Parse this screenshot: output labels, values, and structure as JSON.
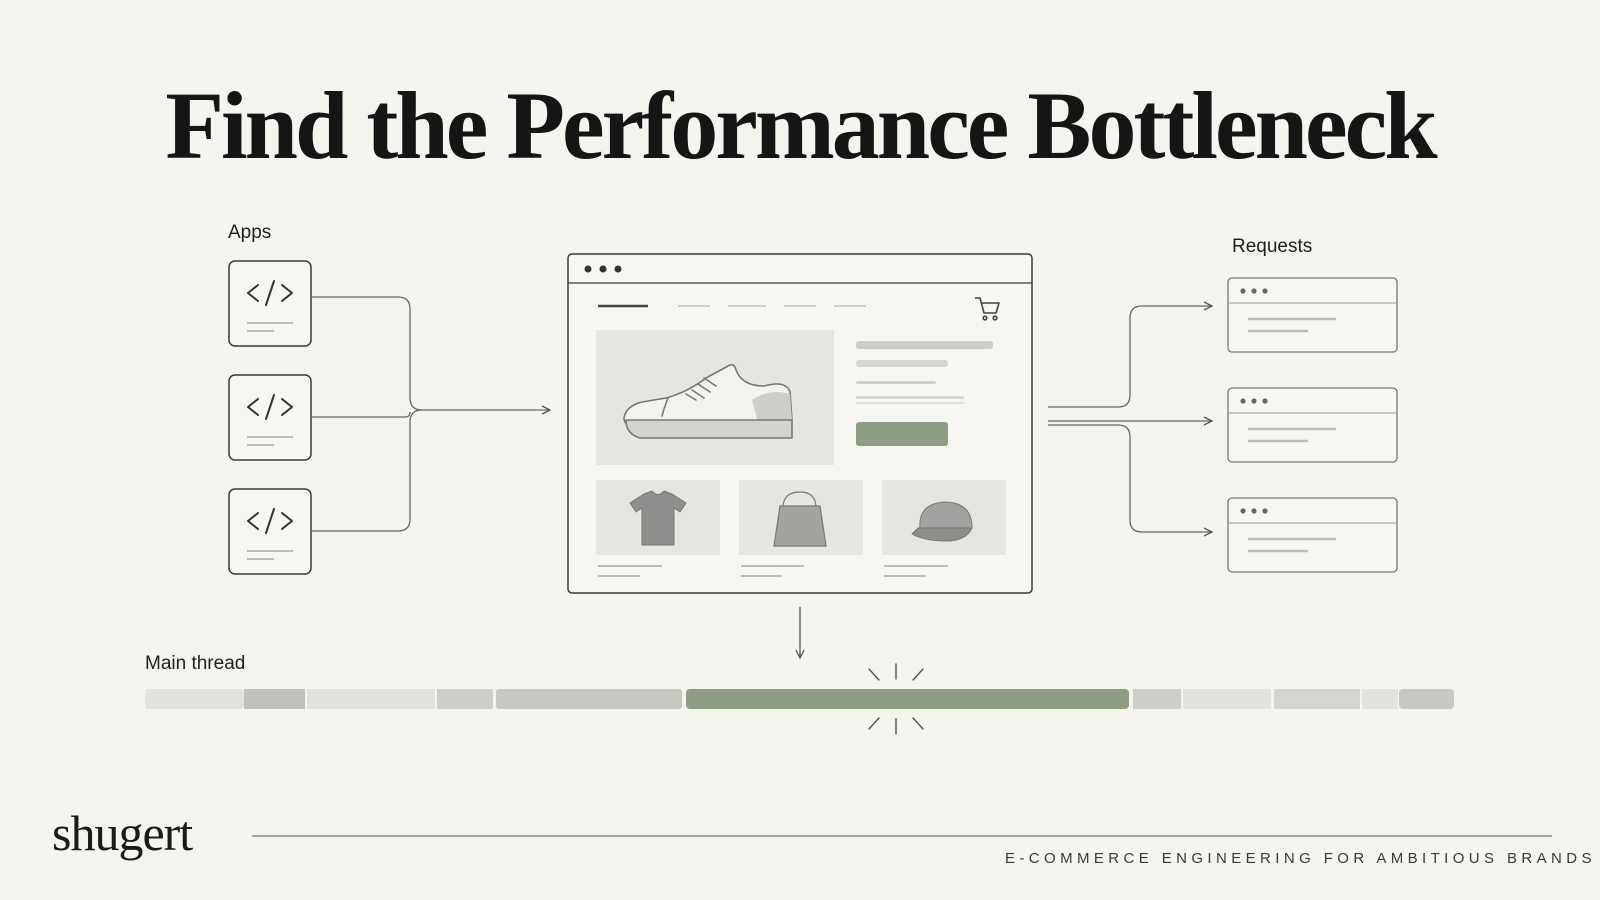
{
  "title": "Find the Performance Bottleneck",
  "labels": {
    "apps": "Apps",
    "requests": "Requests",
    "main_thread": "Main thread"
  },
  "apps": [
    {
      "icon": "code-icon"
    },
    {
      "icon": "code-icon"
    },
    {
      "icon": "code-icon"
    }
  ],
  "storefront": {
    "products": [
      "sneaker-icon",
      "t-shirt-icon",
      "bag-icon",
      "cap-icon"
    ],
    "icons": {
      "cart": "cart-icon"
    }
  },
  "requests": [
    {},
    {},
    {}
  ],
  "main_thread": {
    "highlight_color": "#8d9e83",
    "track_colors": [
      "#e3e2dd",
      "#cfcdc7",
      "#c2c0ba"
    ]
  },
  "brand": {
    "logo": "shugert",
    "tagline": "E-COMMERCE ENGINEERING FOR AMBITIOUS BRANDS"
  },
  "colors": {
    "background": "#f5f4ef",
    "ink": "#1a1a1a",
    "accent": "#8d9e83"
  }
}
